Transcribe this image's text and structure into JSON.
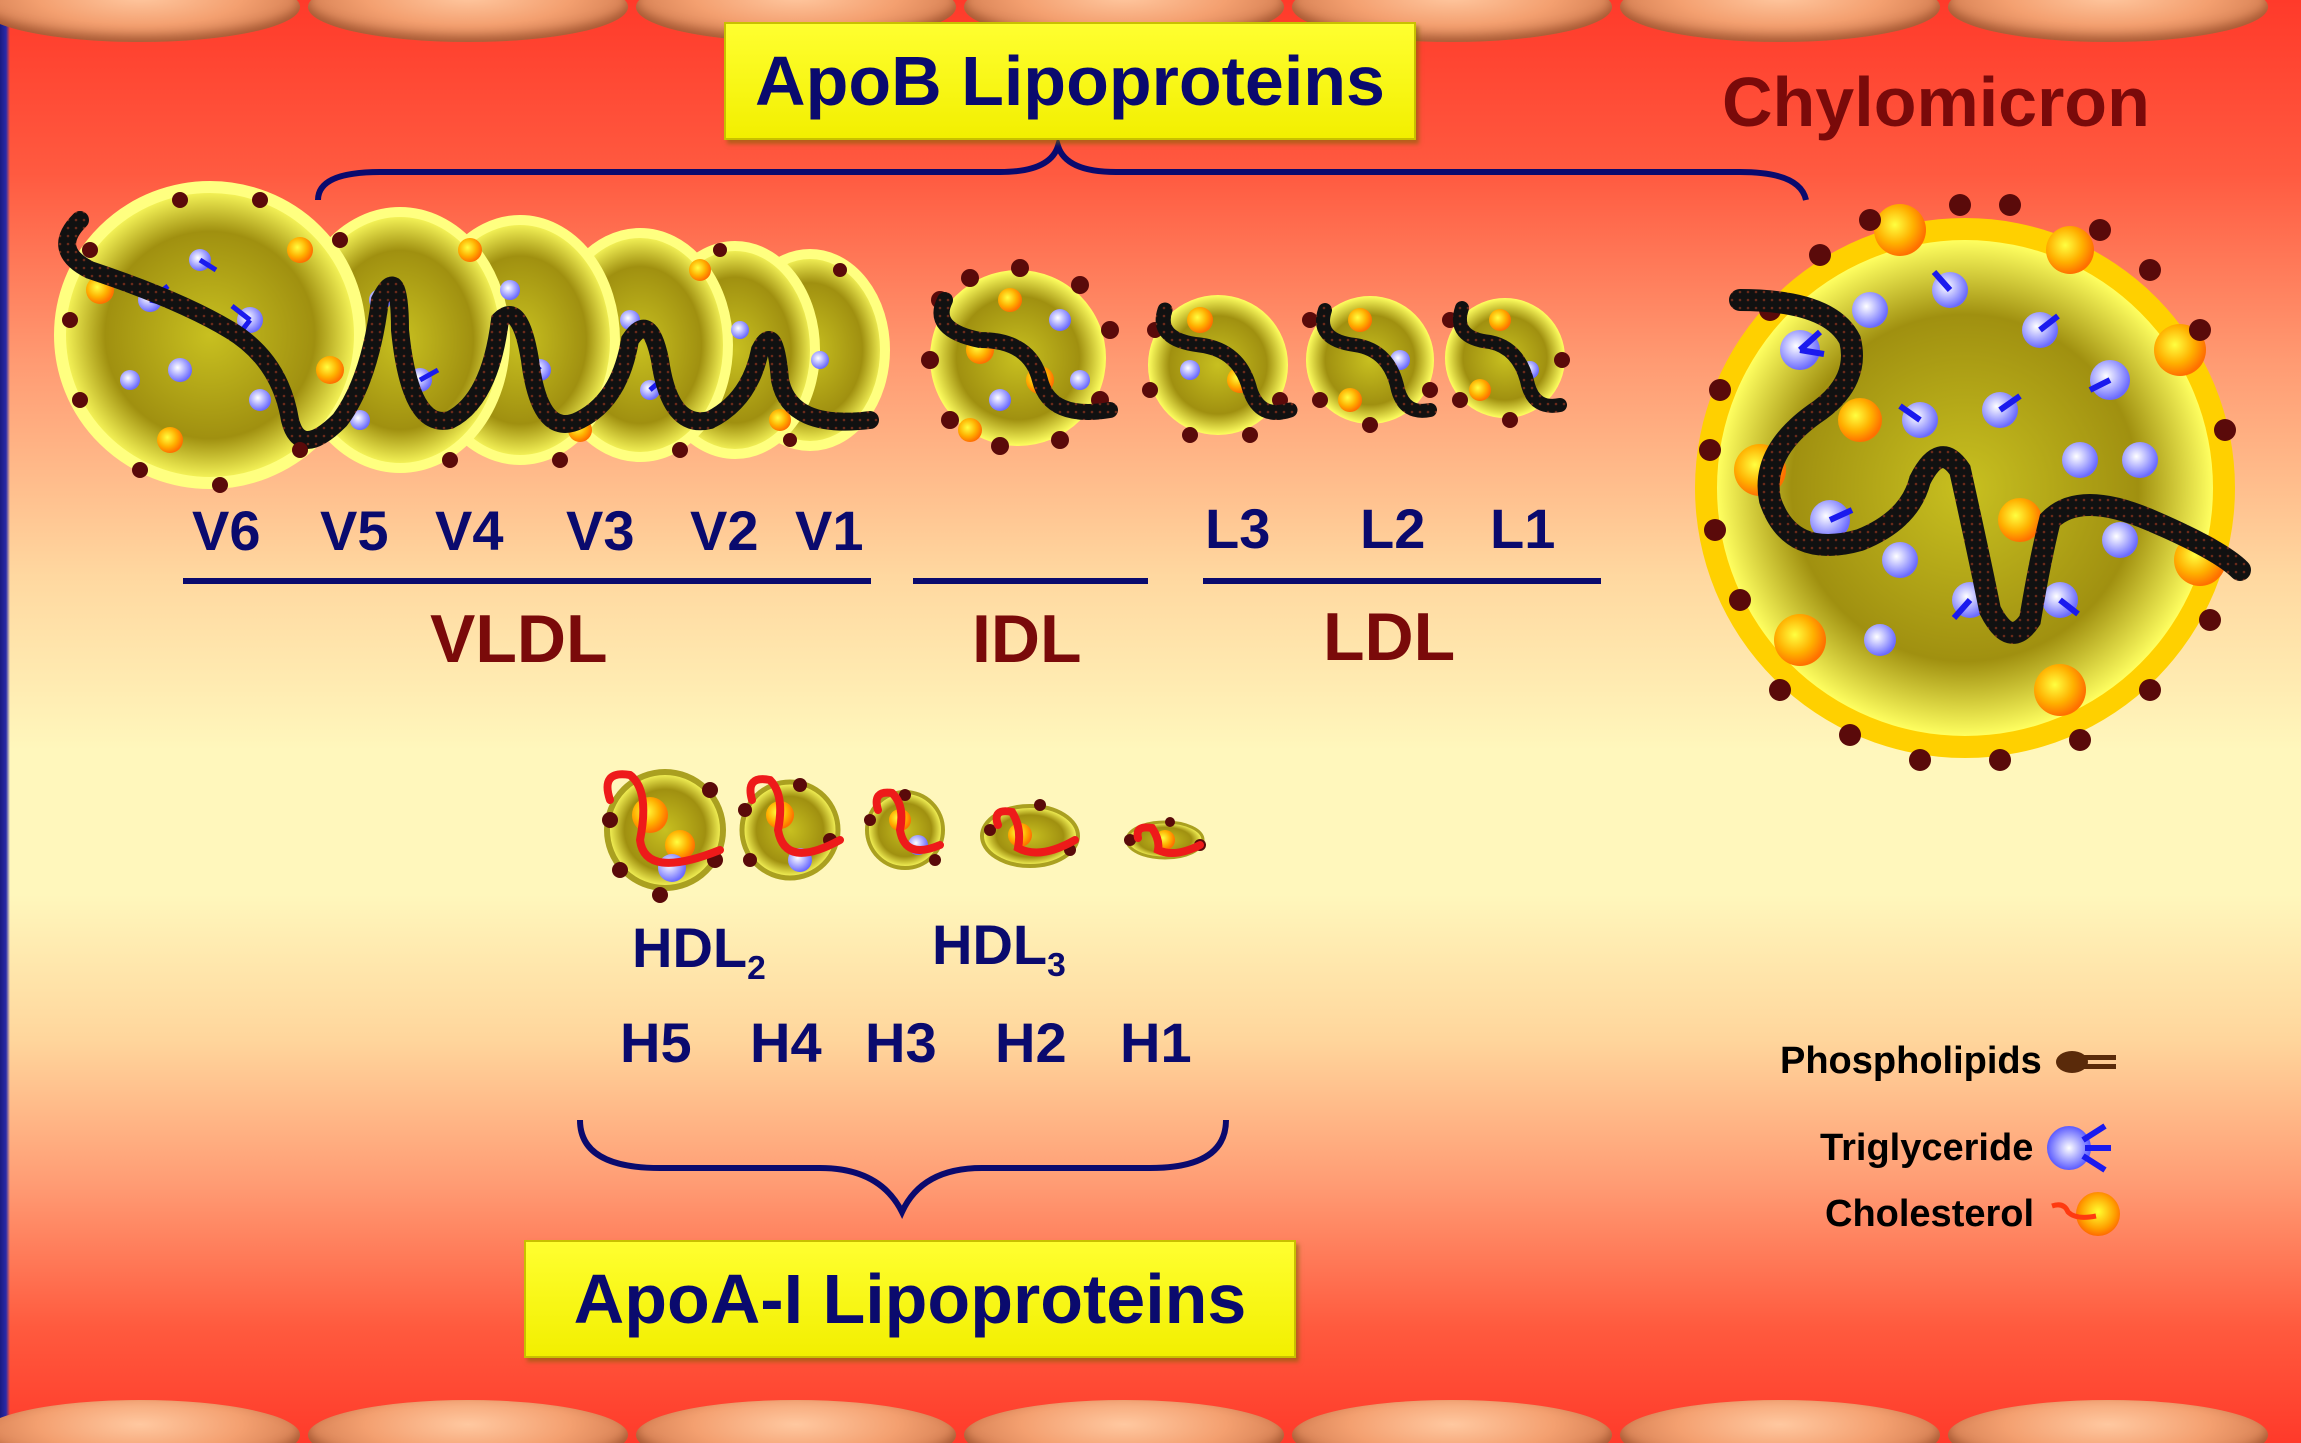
{
  "titles": {
    "apob": "ApoB Lipoproteins",
    "apoa": "ApoA-I Lipoproteins",
    "chylomicron": "Chylomicron"
  },
  "vldl": {
    "group_label": "VLDL",
    "subclasses": [
      "V6",
      "V5",
      "V4",
      "V3",
      "V2",
      "V1"
    ]
  },
  "idl": {
    "group_label": "IDL"
  },
  "ldl": {
    "group_label": "LDL",
    "subclasses": [
      "L3",
      "L2",
      "L1"
    ]
  },
  "hdl": {
    "groups": [
      {
        "base": "HDL",
        "sub": "2"
      },
      {
        "base": "HDL",
        "sub": "3"
      }
    ],
    "subclasses": [
      "H5",
      "H4",
      "H3",
      "H2",
      "H1"
    ]
  },
  "legend": [
    {
      "label": "Phospholipids",
      "icon": "phospholipid-icon"
    },
    {
      "label": "Triglyceride",
      "icon": "triglyceride-icon"
    },
    {
      "label": "Cholesterol",
      "icon": "cholesterol-icon"
    }
  ],
  "colors": {
    "navy": "#0a0a6e",
    "maroon": "#7a0a0a",
    "title_box": "#ffff1e",
    "phospholipid": "#5a0a0a",
    "triglyceride": "#1a1aee",
    "cholesterol": "#ff9a00",
    "apo_protein": "#111111",
    "apoa_protein": "#ee1a1a"
  }
}
